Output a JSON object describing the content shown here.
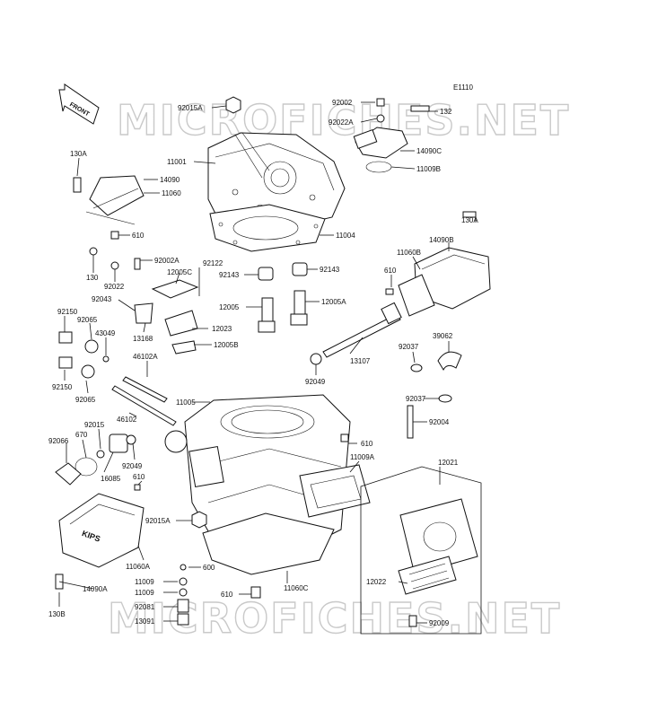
{
  "diagram": {
    "code": "E1110",
    "front_badge": "FRONT",
    "watermark_top": "MICROFICHES.NET",
    "watermark_bottom": "MICROFICHES.NET",
    "cover_logo": "KIPS"
  },
  "parts": [
    "92015A",
    "11001",
    "92002",
    "92022A",
    "132",
    "14090C",
    "11009B",
    "130A",
    "14090",
    "11060",
    "610",
    "11004",
    "130",
    "92022",
    "92002A",
    "92122",
    "12005C",
    "92143",
    "92143",
    "130A",
    "14090B",
    "11060B",
    "610",
    "92043",
    "12005",
    "12005A",
    "92150",
    "92065",
    "43049",
    "13168",
    "12023",
    "12005B",
    "46102A",
    "92037",
    "39062",
    "13107",
    "92049",
    "92150",
    "92065",
    "11005",
    "92037",
    "92004",
    "92015",
    "46102",
    "610",
    "92066",
    "670",
    "16085",
    "92049",
    "11009A",
    "610",
    "12021",
    "92015A",
    "11060A",
    "600",
    "14090A",
    "11009",
    "11009",
    "92081",
    "13091",
    "130B",
    "610",
    "11060C",
    "12022",
    "92009"
  ]
}
